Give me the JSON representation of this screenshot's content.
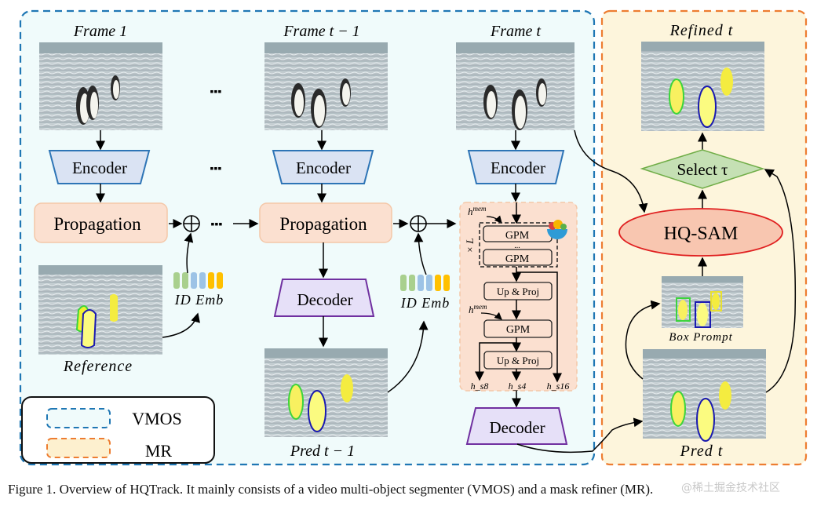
{
  "title": "Overview of HQTrack",
  "vmos": {
    "frames": [
      {
        "label": "Frame 1"
      },
      {
        "label": "Frame t − 1"
      },
      {
        "label": "Frame t"
      }
    ],
    "encoder_label": "Encoder",
    "propagation_label": "Propagation",
    "decoder_label": "Decoder",
    "ellipsis": "▪▪▪",
    "id_emb_label": "ID Emb",
    "reference_label": "Reference",
    "pred_prev_label": "Pred t − 1",
    "gpm_block": {
      "hmem_label": "h",
      "hmem_sup": "mem",
      "gpm_label": "GPM",
      "dots": "...",
      "repeat_label": "× L",
      "up_proj_label": "Up & Proj",
      "outputs": [
        "h_s8",
        "h_s4",
        "h_s16"
      ]
    },
    "id_emb_colors": [
      "#a9d08e",
      "#a9d08e",
      "#9dc3e6",
      "#9dc3e6",
      "#ffc000",
      "#ffc000"
    ]
  },
  "mr": {
    "refined_label": "Refined t",
    "select_label": "Select τ",
    "hqsam_label": "HQ-SAM",
    "box_prompt_label": "Box Prompt",
    "pred_label": "Pred t"
  },
  "legend": {
    "items": [
      {
        "label": "VMOS",
        "color": "#1f77b4"
      },
      {
        "label": "MR",
        "color": "#ed7d31"
      }
    ]
  },
  "caption": "Figure 1. Overview of HQTrack. It mainly consists of a video multi-object segmenter (VMOS) and a mask refiner (MR).",
  "watermark": "@稀土掘金技术社区",
  "colors": {
    "vmos_border": "#1f77b4",
    "vmos_fill": "#f0fbfb",
    "mr_border": "#ed7d31",
    "mr_fill": "#fdf5dc",
    "encoder_fill": "#dae3f3",
    "encoder_border": "#2e75b6",
    "propagation_fill": "#fbe0d0",
    "decoder_fill": "#e6e0f8",
    "decoder_border": "#7030a0",
    "hqsam_fill": "#f8c6b0",
    "hqsam_border": "#e02020",
    "select_fill": "#c5e0b4",
    "select_border": "#70ad47"
  }
}
